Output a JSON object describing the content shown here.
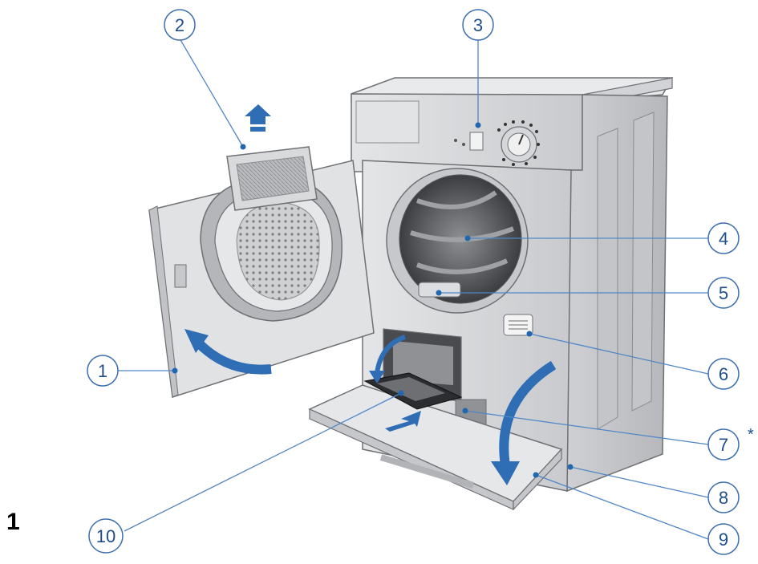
{
  "figure": {
    "label": "1"
  },
  "callouts": [
    {
      "id": "1",
      "text": "1"
    },
    {
      "id": "2",
      "text": "2"
    },
    {
      "id": "3",
      "text": "3"
    },
    {
      "id": "4",
      "text": "4"
    },
    {
      "id": "5",
      "text": "5"
    },
    {
      "id": "6",
      "text": "6"
    },
    {
      "id": "7",
      "text": "7",
      "suffix": "*"
    },
    {
      "id": "8",
      "text": "8"
    },
    {
      "id": "9",
      "text": "9"
    },
    {
      "id": "10",
      "text": "10"
    }
  ],
  "colors": {
    "callout_stroke": "#3b6fb0",
    "leader": "#4f86c6",
    "arrow": "#2f6db5",
    "machine_body": "#d9dadc",
    "machine_edge": "#6e7074"
  }
}
